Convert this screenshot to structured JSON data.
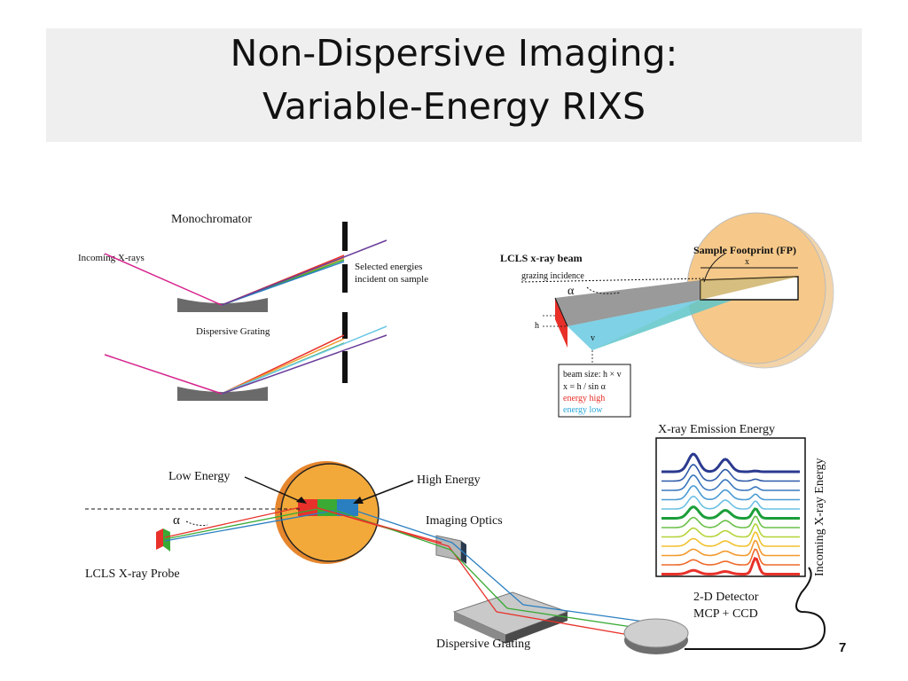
{
  "title": {
    "line1": "Non-Dispersive Imaging:",
    "line2": "Variable-Energy RIXS"
  },
  "slide_number": "7",
  "colors": {
    "pink": "#d6218c",
    "red": "#e8312a",
    "orange": "#f19a2e",
    "green": "#3aaa35",
    "blue": "#2a7fc1",
    "cyan": "#6cc8e6",
    "purple": "#6a3d9a",
    "sample": "#f6c98a",
    "dark_blue": "#2b3a8f"
  },
  "monochromator": {
    "title": "Monochromator",
    "incoming": "Incoming X-rays",
    "selected_line1": "Selected energies",
    "selected_line2": "incident on sample",
    "grating": "Dispersive Grating"
  },
  "footprint": {
    "beam": "LCLS x-ray beam",
    "grazing": "grazing incidence",
    "alpha": "α",
    "title": "Sample Footprint (FP)",
    "x": "x",
    "h": "h",
    "v": "v",
    "box": {
      "line1": "beam size: h × v",
      "line2": "x = h / sin α",
      "line3": "energy high",
      "line4": "energy low"
    }
  },
  "emission": {
    "top_label": "X-ray Emission Energy",
    "side_label": "Incoming X-ray Energy",
    "spectra_colors": [
      "#2b3a8f",
      "#2f5aa8",
      "#3b78bf",
      "#4a9bd4",
      "#6cc0e4",
      "#1b9e3a",
      "#6cc04a",
      "#b5d43a",
      "#f2c12e",
      "#f29a2e",
      "#ee6a2a",
      "#e8312a"
    ],
    "peak_levels": [
      0.05,
      0.12,
      0.22,
      0.35,
      0.5,
      0.6,
      0.72,
      0.82,
      0.9,
      0.95,
      1.0,
      1.0
    ]
  },
  "imaging": {
    "low_energy": "Low Energy",
    "high_energy": "High Energy",
    "alpha": "α",
    "probe": "LCLS X-ray Probe",
    "optics": "Imaging Optics",
    "grating": "Dispersive  Grating",
    "detector_line1": "2-D Detector",
    "detector_line2": "MCP + CCD"
  }
}
